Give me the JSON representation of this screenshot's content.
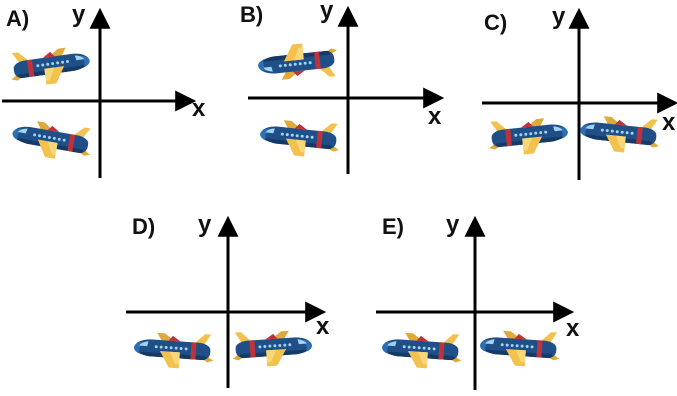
{
  "options": [
    {
      "label": "A)",
      "x_label": "x",
      "y_label": "y"
    },
    {
      "label": "B)",
      "x_label": "x",
      "y_label": "y"
    },
    {
      "label": "C)",
      "x_label": "x",
      "y_label": "y"
    },
    {
      "label": "D)",
      "x_label": "x",
      "y_label": "y"
    },
    {
      "label": "E)",
      "x_label": "x",
      "y_label": "y"
    }
  ],
  "colors": {
    "fuselage": "#1f4f86",
    "fuselage_dark": "#163a66",
    "window": "#9fd3f5",
    "wing": "#f2c14e",
    "wing_light": "#f7d77a",
    "tail_red": "#c0323b",
    "axis": "#000000"
  }
}
